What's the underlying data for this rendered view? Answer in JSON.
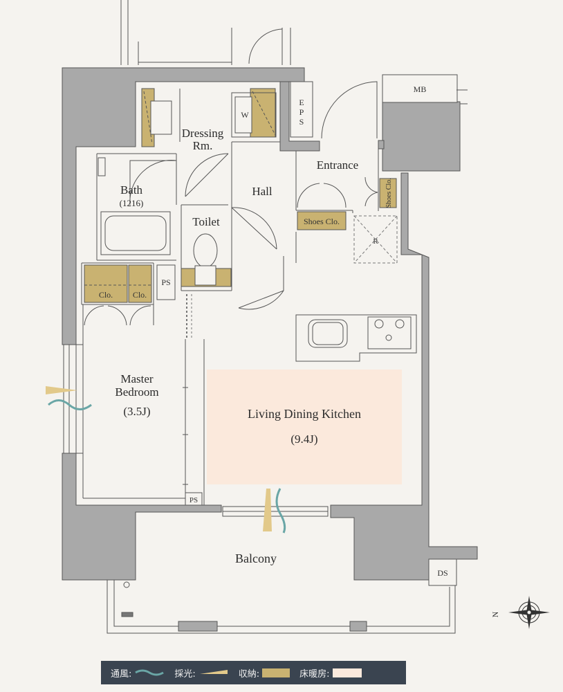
{
  "rooms": {
    "dressing": [
      "Dressing",
      "Rm."
    ],
    "hall": "Hall",
    "entrance": "Entrance",
    "bath": "Bath",
    "bath_size": "(1216)",
    "toilet": "Toilet",
    "master_bedroom": [
      "Master",
      "Bedroom"
    ],
    "master_bedroom_size": "(3.5J)",
    "ldk": "Living Dining Kitchen",
    "ldk_size": "(9.4J)",
    "balcony": "Balcony"
  },
  "fixtures": {
    "mb": "MB",
    "eps": [
      "E",
      "P",
      "S"
    ],
    "ds": "DS",
    "ps_upper": "PS",
    "ps_lower": "PS",
    "washer": "W",
    "fridge": "R",
    "shoes_clo_main": "Shoes Clo.",
    "shoes_clo_small": "Shoes Clo.",
    "closet_1": "Clo.",
    "closet_2": "Clo."
  },
  "compass": "N",
  "legend": {
    "ventilation": "通風:",
    "daylight": "採光:",
    "storage": "収納:",
    "floor_heating": "床暖房:"
  },
  "colors": {
    "wall": "#a9a9a9",
    "storage": "#c9b271",
    "floor_heating": "#fbe9dc",
    "ventilation": "#6aa6a6",
    "daylight": "#e2c98a",
    "legend_bg": "#3a4450"
  }
}
